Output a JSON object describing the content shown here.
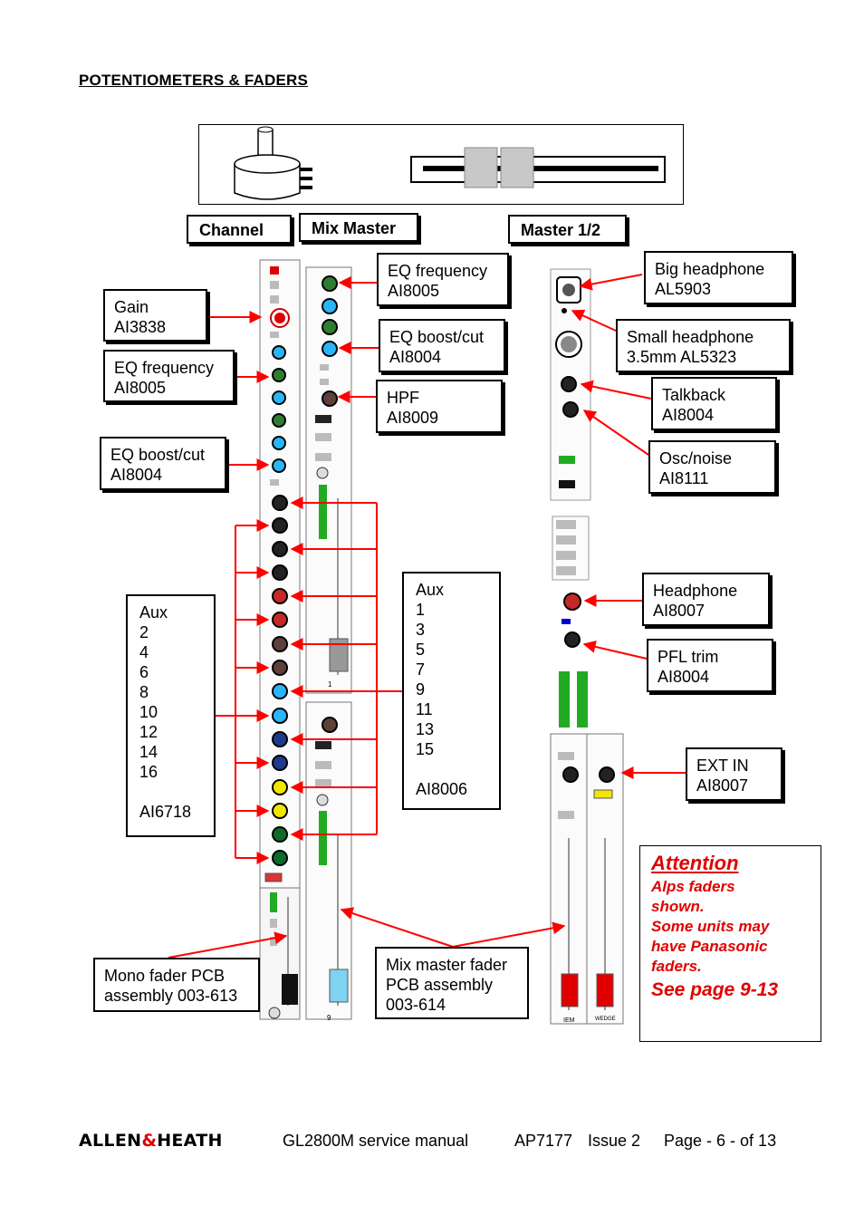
{
  "heading": "POTENTIOMETERS & FADERS",
  "tabs": {
    "channel": "Channel",
    "mix_master": "Mix Master",
    "master": "Master 1/2"
  },
  "callouts": {
    "gain": [
      "Gain",
      "AI3838"
    ],
    "eq_freq_left": [
      "EQ frequency",
      "AI8005"
    ],
    "eq_boost_left": [
      "EQ boost/cut",
      "AI8004"
    ],
    "eq_freq_mid": [
      "EQ frequency",
      "AI8005"
    ],
    "eq_boost_mid": [
      "EQ boost/cut",
      "AI8004"
    ],
    "hpf": [
      "HPF",
      "AI8009"
    ],
    "big_headphone": [
      "Big headphone",
      "AL5903"
    ],
    "small_headphone": [
      "Small headphone",
      "3.5mm AL5323"
    ],
    "talkback": [
      "Talkback",
      "AI8004"
    ],
    "osc_noise": [
      "Osc/noise",
      "AI8111"
    ],
    "headphone": [
      "Headphone",
      "AI8007"
    ],
    "pfl_trim": [
      "PFL trim",
      "AI8004"
    ],
    "ext_in": [
      "EXT IN",
      "AI8007"
    ],
    "mono_fader": [
      "Mono fader PCB",
      "assembly 003-613"
    ],
    "mix_master_fader": [
      "Mix master fader",
      "PCB assembly",
      "003-614"
    ]
  },
  "aux_even": {
    "title": "Aux",
    "numbers": [
      "2",
      "4",
      "6",
      "8",
      "10",
      "12",
      "14",
      "16"
    ],
    "part": "AI6718"
  },
  "aux_odd": {
    "title": "Aux",
    "numbers": [
      "1",
      "3",
      "5",
      "7",
      "9",
      "11",
      "13",
      "15"
    ],
    "part": "AI8006"
  },
  "attention": {
    "title": "Attention",
    "lines": [
      "Alps faders",
      "shown.",
      "Some units may",
      "have Panasonic",
      "faders."
    ],
    "see": "See page 9-13"
  },
  "strip_labels": {
    "ch": "1",
    "mix": "9",
    "iem": "IEM",
    "wedge": "WEDGE"
  },
  "footer": {
    "logo_a": "ALLEN",
    "logo_amp": "&",
    "logo_b": "HEATH",
    "manual": "GL2800M service manual",
    "ref": "AP7177",
    "issue": "Issue 2",
    "page": "Page - 6 - of 13"
  },
  "colors": {
    "accent_red": "#e00000",
    "arrow_red": "#ff0000",
    "knob_colors": [
      "#222222",
      "#2e7d32",
      "#29b6f6",
      "#c62828",
      "#5d4037",
      "#1e3a8a",
      "#f2e600",
      "#0c6b2a"
    ]
  }
}
